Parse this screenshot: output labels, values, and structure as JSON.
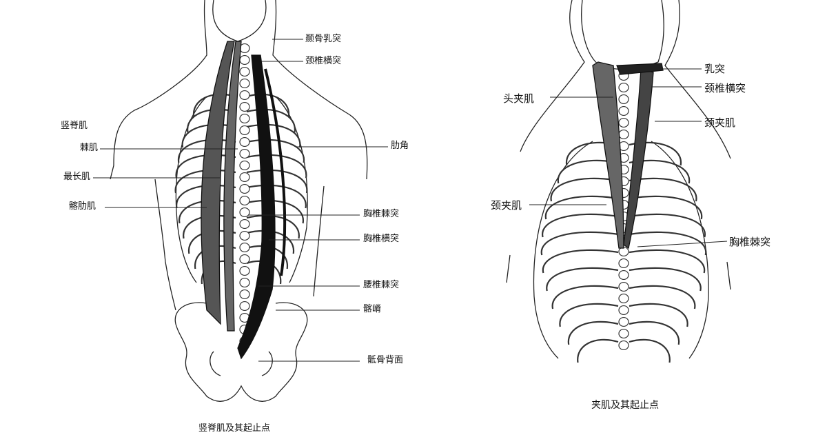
{
  "left_figure": {
    "group_label": "竖脊肌",
    "labels": {
      "mastoid": "颞骨乳突",
      "cervical_transverse": "颈椎横突",
      "spinalis": "棘肌",
      "longissimus": "最长肌",
      "iliocostalis": "髂肋肌",
      "rib_angle": "肋角",
      "thoracic_spinous": "胸椎棘突",
      "thoracic_transverse": "胸椎横突",
      "lumbar_spinous": "腰椎棘突",
      "iliac_crest": "髂嵴",
      "sacrum_dorsal": "骶骨背面"
    },
    "caption": "竖脊肌及其起止点"
  },
  "right_figure": {
    "labels": {
      "mastoid": "乳突",
      "cervical_transverse": "颈椎横突",
      "splenius_cervicis_upper": "颈夹肌",
      "splenius_capitis": "头夹肌",
      "splenius_cervicis": "颈夹肌",
      "thoracic_spinous": "胸椎棘突"
    },
    "caption": "夹肌及其起止点"
  }
}
